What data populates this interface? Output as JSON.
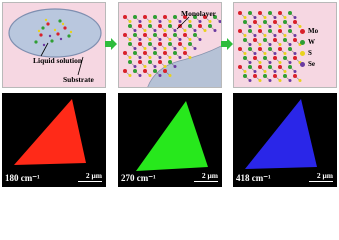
{
  "panels": {
    "solution_label": "Liquid solution",
    "substrate_label": "Substrate",
    "monolayer_label": "Monolayer"
  },
  "legend": [
    {
      "symbol": "Mo",
      "color": "#d9202a"
    },
    {
      "symbol": "W",
      "color": "#2f9e33"
    },
    {
      "symbol": "S",
      "color": "#e8d21c"
    },
    {
      "symbol": "Se",
      "color": "#6a3aa0"
    }
  ],
  "raman_maps": [
    {
      "wavenumber": "180 cm⁻¹",
      "scale_bar": "2 μm",
      "color": "#ff2a18"
    },
    {
      "wavenumber": "270 cm⁻¹",
      "scale_bar": "2 μm",
      "color": "#27e81c"
    },
    {
      "wavenumber": "418 cm⁻¹",
      "scale_bar": "2 μm",
      "color": "#2a26e8"
    }
  ],
  "arrow_color": "#2ebd3c"
}
